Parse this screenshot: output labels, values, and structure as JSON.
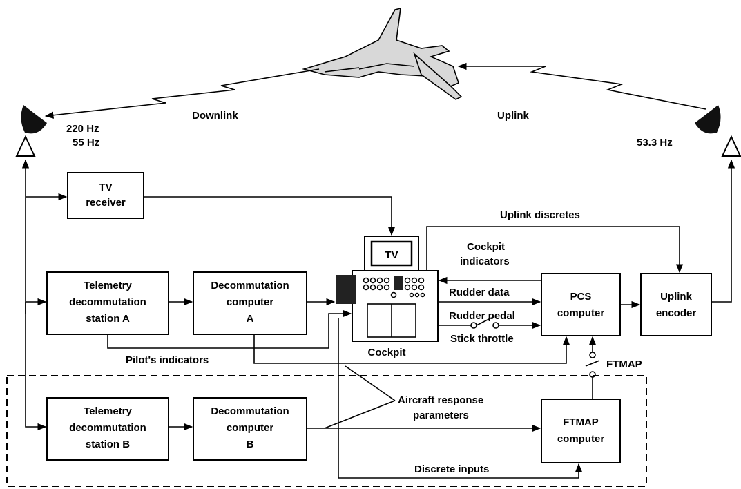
{
  "links": {
    "downlink": "Downlink",
    "uplink": "Uplink",
    "freq_left_1": "220 Hz",
    "freq_left_2": "55 Hz",
    "freq_right": "53.3 Hz"
  },
  "boxes": {
    "tv_receiver": [
      "TV",
      "receiver"
    ],
    "telemetry_a": [
      "Telemetry",
      "decommutation",
      "station A"
    ],
    "decom_a": [
      "Decommutation",
      "computer",
      "A"
    ],
    "pcs": [
      "PCS",
      "computer"
    ],
    "uplink_encoder": [
      "Uplink",
      "encoder"
    ],
    "telemetry_b": [
      "Telemetry",
      "decommutation",
      "station B"
    ],
    "decom_b": [
      "Decommutation",
      "computer",
      "B"
    ],
    "ftmap_computer": [
      "FTMAP",
      "computer"
    ]
  },
  "cockpit": {
    "tv_label": "TV",
    "label": "Cockpit"
  },
  "signals": {
    "uplink_discretes": "Uplink discretes",
    "cockpit_indicators": [
      "Cockpit",
      "indicators"
    ],
    "rudder_data": "Rudder data",
    "rudder_pedal": "Rudder pedal",
    "stick_throttle": "Stick throttle",
    "pilots_indicators": "Pilot's indicators",
    "ftmap_switch": "FTMAP",
    "aircraft_response": [
      "Aircraft response",
      "parameters"
    ],
    "discrete_inputs": "Discrete inputs"
  }
}
